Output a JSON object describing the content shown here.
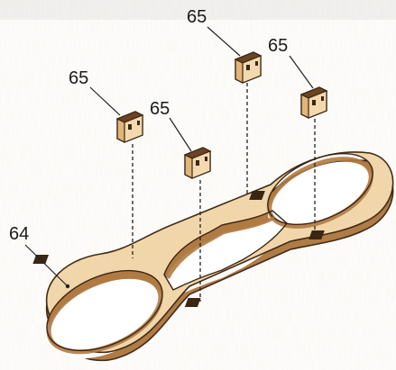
{
  "figure": {
    "part_base_label": "64",
    "part_peg_label": "65"
  },
  "callouts": [
    {
      "text": "64",
      "target": "base-frame"
    },
    {
      "text": "65",
      "target": "peg-1"
    },
    {
      "text": "65",
      "target": "peg-2"
    },
    {
      "text": "65",
      "target": "peg-3"
    },
    {
      "text": "65",
      "target": "peg-4"
    }
  ],
  "colors": {
    "wood_light": "#f3d9ad",
    "wood_mid": "#e2b57b",
    "wood_edge": "#b07a43",
    "wood_dark": "#6b4422",
    "outline": "#3a2614",
    "guide_line": "#222222"
  }
}
